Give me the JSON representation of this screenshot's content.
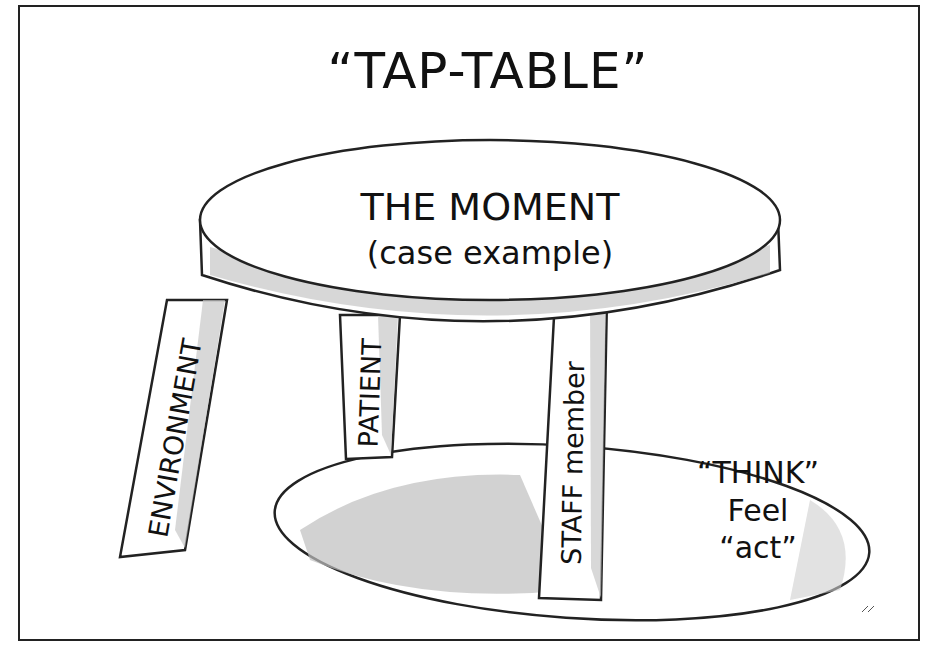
{
  "diagram": {
    "title": "“TAP-TABLE”",
    "nodes": [
      {
        "text": [
          "THE MOMENT",
          "(case example)"
        ]
      },
      {
        "text": [
          "ENVIRONMENT"
        ]
      },
      {
        "text": [
          "PATIENT"
        ]
      },
      {
        "text": [
          "STAFF member"
        ]
      },
      {
        "text": [
          "“THINK” Feel “act”"
        ]
      }
    ]
  }
}
